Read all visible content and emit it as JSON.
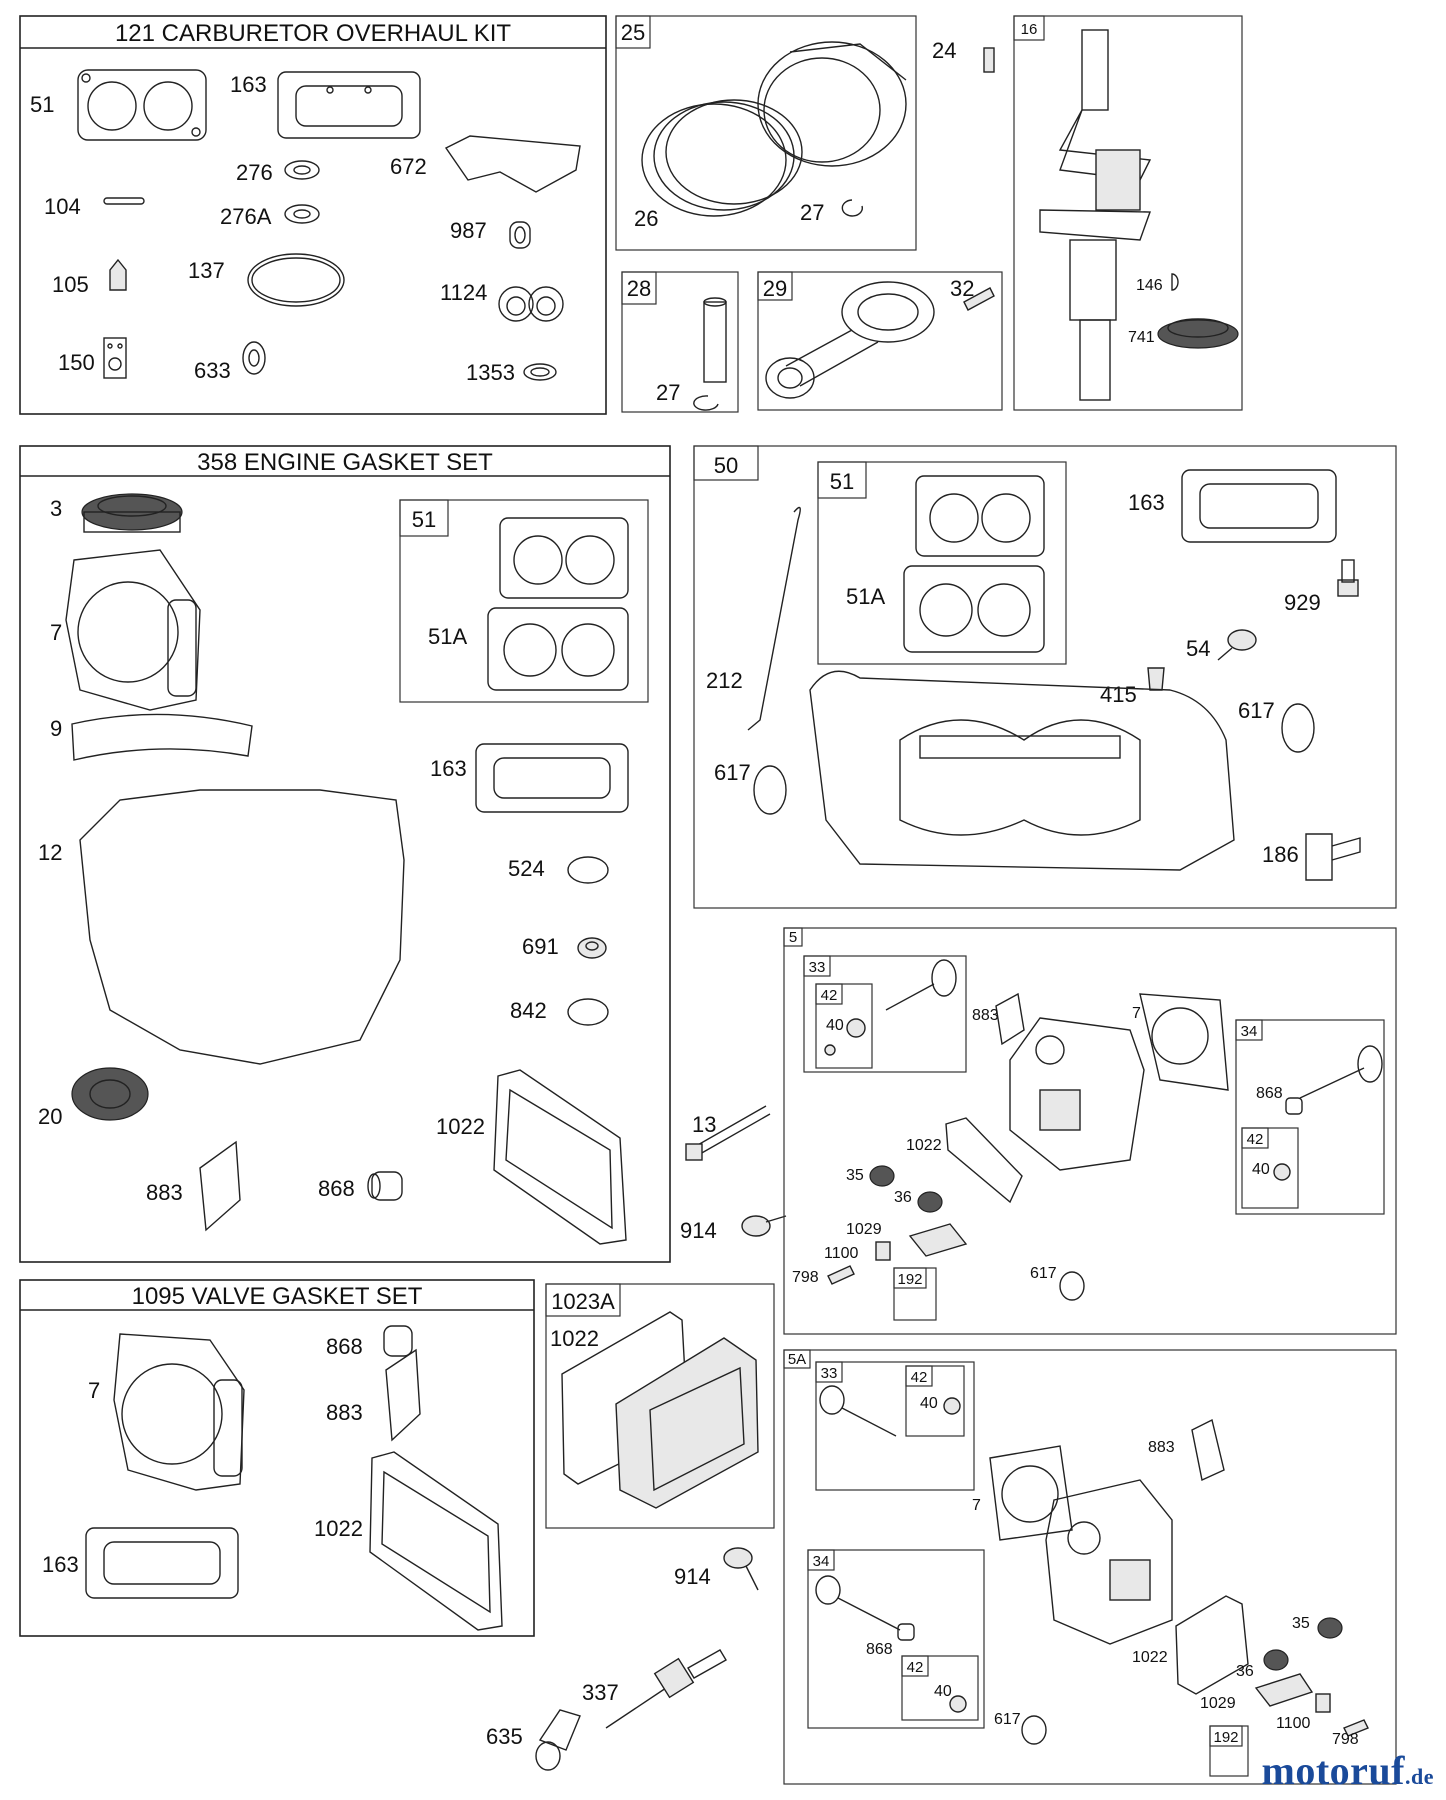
{
  "groups": {
    "carb_kit": "121 CARBURETOR OVERHAUL KIT",
    "engine_gasket": "358 ENGINE GASKET SET",
    "valve_gasket": "1095 VALVE GASKET SET"
  },
  "box_tags": {
    "b25": "25",
    "b16": "16",
    "b28": "28",
    "b29": "29",
    "b50": "50",
    "b51_top": "51",
    "b51_egs": "51",
    "b5": "5",
    "b33_5": "33",
    "b42_5": "42",
    "b34_5": "34",
    "b42b_5": "42",
    "b192_5": "192",
    "b1023a": "1023A",
    "b5a": "5A",
    "b33_5a": "33",
    "b42_5a": "42",
    "b34_5a": "34",
    "b42b_5a": "42",
    "b192_5a": "192"
  },
  "labels": {
    "c51": "51",
    "c163": "163",
    "c672": "672",
    "c104": "104",
    "c276": "276",
    "c276a": "276A",
    "c987": "987",
    "c105": "105",
    "c137": "137",
    "c1124": "1124",
    "c150": "150",
    "c633": "633",
    "c1353": "1353",
    "p26": "26",
    "p27": "27",
    "p24": "24",
    "w27": "27",
    "r32": "32",
    "k146": "146",
    "k741": "741",
    "e3": "3",
    "e7": "7",
    "e9": "9",
    "e12": "12",
    "e20": "20",
    "e883": "883",
    "e868": "868",
    "e51a": "51A",
    "e163": "163",
    "e524": "524",
    "e691": "691",
    "e842": "842",
    "e1022": "1022",
    "m212": "212",
    "m617a": "617",
    "m51a": "51A",
    "m163": "163",
    "m929": "929",
    "m54": "54",
    "m415": "415",
    "m617b": "617",
    "m186": "186",
    "s13": "13",
    "s914a": "914",
    "s914b": "914",
    "s337": "337",
    "s635": "635",
    "h40a": "40",
    "h883": "883",
    "h7": "7",
    "h868": "868",
    "h40b": "40",
    "h1022": "1022",
    "h35": "35",
    "h36": "36",
    "h1029": "1029",
    "h1100": "1100",
    "h798": "798",
    "h617": "617",
    "v7": "7",
    "v868": "868",
    "v883": "883",
    "v1022": "1022",
    "v163": "163",
    "o1022": "1022",
    "a40a": "40",
    "a883": "883",
    "a7": "7",
    "a868": "868",
    "a40b": "40",
    "a1022": "1022",
    "a35": "35",
    "a36": "36",
    "a1029": "1029",
    "a617": "617",
    "a1100": "1100",
    "a798": "798"
  },
  "watermark": {
    "brand": "motoruf",
    "suffix": ".de",
    "color": "#1a4a9a"
  }
}
